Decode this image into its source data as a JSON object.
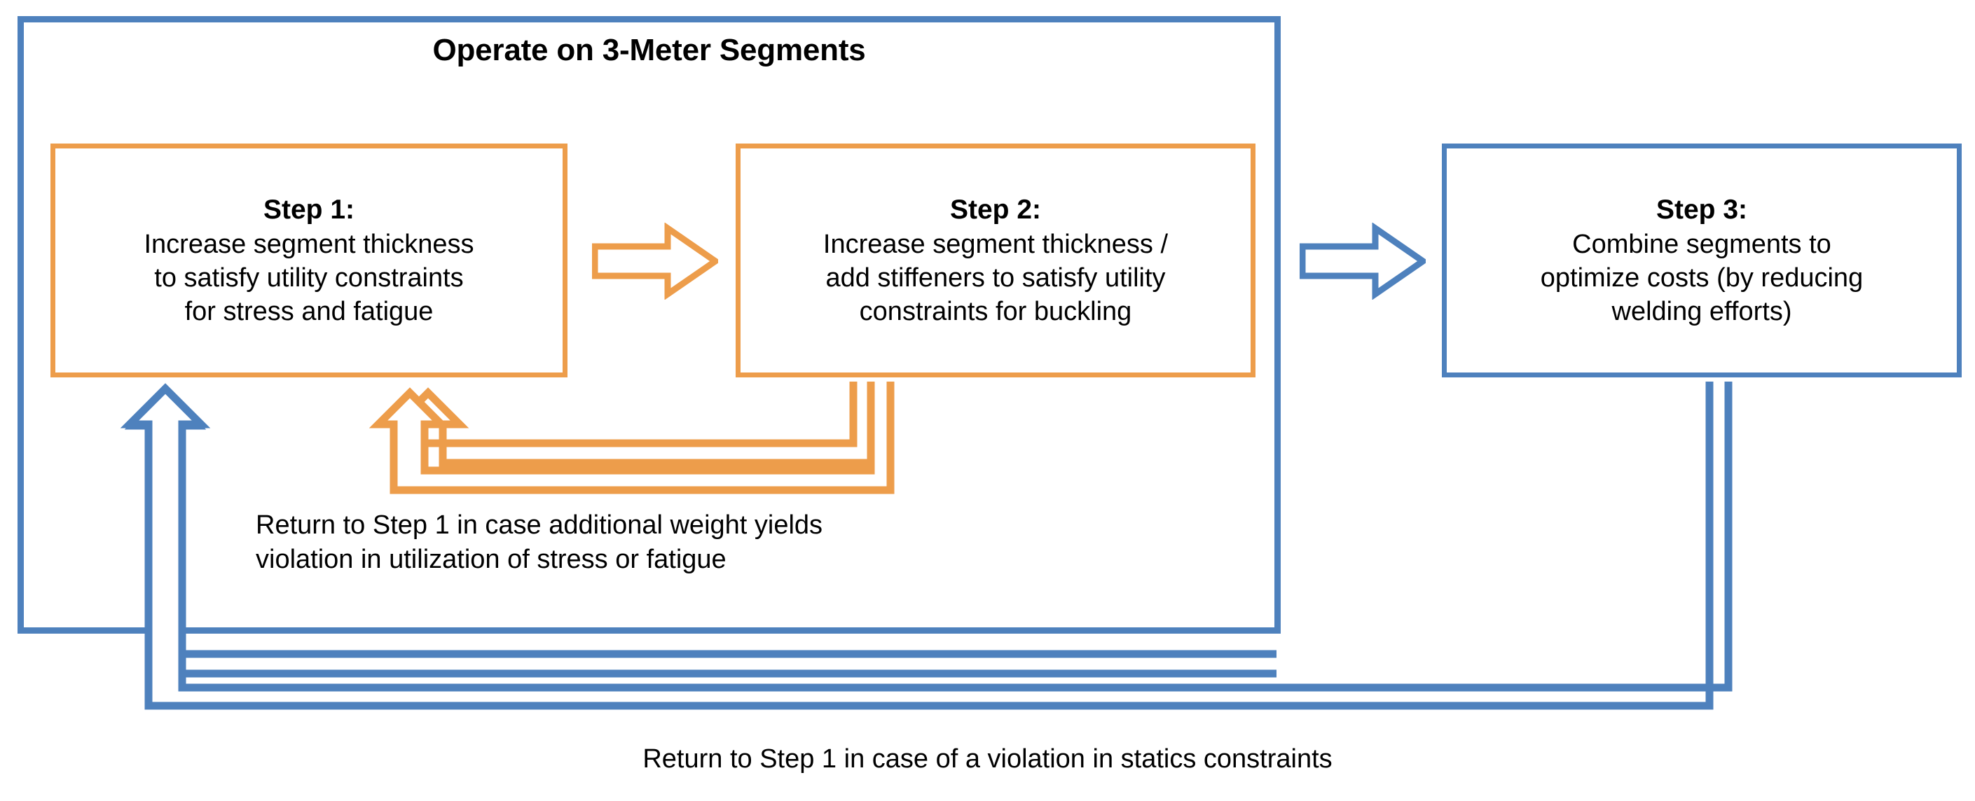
{
  "diagram": {
    "title": "Operate on 3-Meter Segments",
    "colors": {
      "blue": "#4E81BD",
      "orange": "#ED9D4B",
      "text": "#000000",
      "background": "#FFFFFF"
    },
    "steps": [
      {
        "id": "step-1",
        "title": "Step 1:",
        "body": "Increase segment thickness\nto satisfy utility constraints\nfor stress and fatigue",
        "color": "orange"
      },
      {
        "id": "step-2",
        "title": "Step 2:",
        "body": "Increase segment thickness /\nadd stiffeners to satisfy utility\nconstraints for buckling",
        "color": "orange"
      },
      {
        "id": "step-3",
        "title": "Step 3:",
        "body": "Combine segments to\noptimize costs (by reducing\nwelding efforts)",
        "color": "blue"
      }
    ],
    "connectors": [
      {
        "id": "arrow-step1-to-step2",
        "icon": "right-block-arrow-icon",
        "color": "orange"
      },
      {
        "id": "arrow-step2-to-step3",
        "icon": "right-block-arrow-icon",
        "color": "blue"
      },
      {
        "id": "loop-step2-to-step1",
        "icon": "u-turn-arrow-icon",
        "color": "orange"
      },
      {
        "id": "loop-step2-outer-to-step1",
        "icon": "u-turn-arrow-icon",
        "color": "orange"
      },
      {
        "id": "loop-step3-to-step1",
        "icon": "u-turn-arrow-icon",
        "color": "blue"
      },
      {
        "id": "loop-container-to-step1",
        "icon": "u-turn-arrow-icon",
        "color": "blue"
      }
    ],
    "annotations": {
      "inner_loop": "Return to Step 1 in case additional weight yields\nviolation in utilization of stress or fatigue",
      "outer_loop": "Return to Step 1 in case of a violation in statics constraints"
    }
  }
}
